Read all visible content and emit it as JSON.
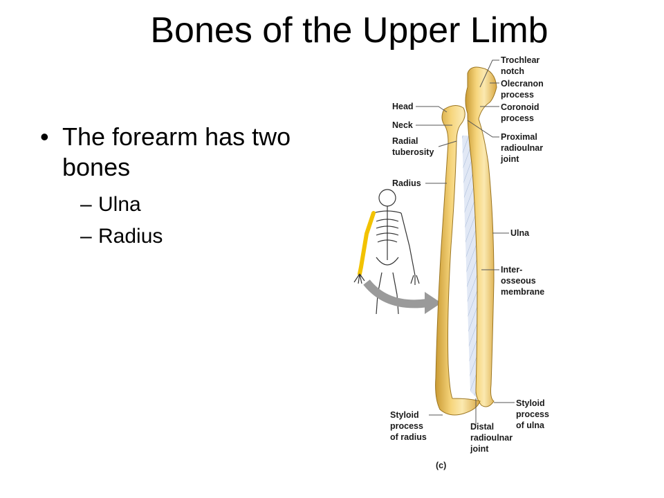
{
  "slide": {
    "title": "Bones of the Upper Limb",
    "bullet": "The forearm has two bones",
    "sub_items": [
      "Ulna",
      "Radius"
    ]
  },
  "figure": {
    "panel_label": "(c)",
    "labels": {
      "trochlear_notch": [
        "Trochlear",
        "notch"
      ],
      "olecranon_process": [
        "Olecranon",
        "process"
      ],
      "coronoid_process": [
        "Coronoid",
        "process"
      ],
      "proximal_radioulnar_joint": [
        "Proximal",
        "radioulnar",
        "joint"
      ],
      "head": [
        "Head"
      ],
      "neck": [
        "Neck"
      ],
      "radial_tuberosity": [
        "Radial",
        "tuberosity"
      ],
      "radius": [
        "Radius"
      ],
      "ulna": [
        "Ulna"
      ],
      "interosseous_membrane": [
        "Inter-",
        "osseous",
        "membrane"
      ],
      "styloid_process_of_ulna": [
        "Styloid",
        "process",
        "of ulna"
      ],
      "styloid_process_of_radius": [
        "Styloid",
        "process",
        "of radius"
      ],
      "distal_radioulnar_joint": [
        "Distal",
        "radioulnar",
        "joint"
      ]
    },
    "colors": {
      "bone": "#f2cd6a",
      "bone_light": "#fbe9b0",
      "bone_shadow": "#c99a33",
      "membrane": "#c9d6ea",
      "arrow": "#9a9a9a",
      "highlight_limb": "#f2c200"
    }
  }
}
